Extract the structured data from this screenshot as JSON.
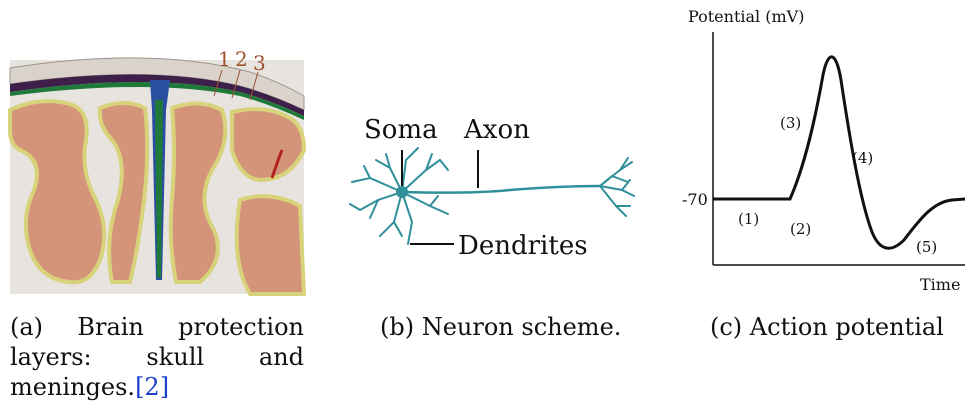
{
  "figure_a": {
    "caption_label": "(a)",
    "caption_words_line1": [
      "Brain",
      "protection"
    ],
    "caption_words_line2": [
      "layers:",
      "skull",
      "and"
    ],
    "caption_line3": "meninges.",
    "caption_ref": "[2]",
    "layer_labels": [
      "1",
      "2",
      "3"
    ]
  },
  "figure_b": {
    "caption": "(b) Neuron scheme.",
    "labels": {
      "soma": "Soma",
      "axon": "Axon",
      "dendrites": "Dendrites"
    }
  },
  "figure_c": {
    "caption": "(c) Action potential",
    "y_label": "Potential (mV)",
    "x_label": "Time",
    "resting_tick": "-70",
    "phases": [
      "(1)",
      "(2)",
      "(3)",
      "(4)",
      "(5)"
    ]
  },
  "colors": {
    "skull": "#d9d3cc",
    "brain_tissue": "#d49479",
    "white_matter": "#e7e3df",
    "meninges": "#3d1f4a",
    "green_layer": "#1f7a3a",
    "blue_layer": "#2a4fa0",
    "yellow_outline": "#d8d27a",
    "neuron": "#2f8f9a",
    "layer_label": "#a0522d",
    "ref_link": "#1a3fd0"
  }
}
